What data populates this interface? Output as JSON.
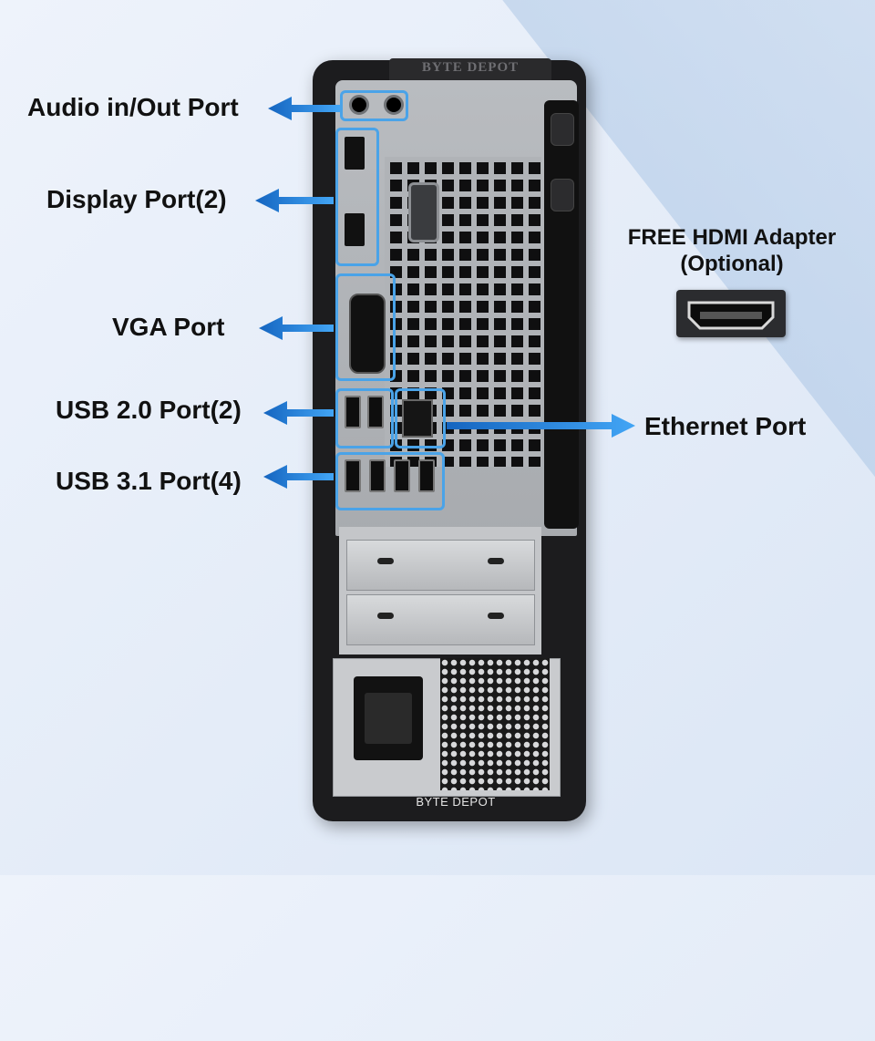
{
  "callouts": {
    "audio": "Audio in/Out Port",
    "display": "Display Port(2)",
    "vga": "VGA Port",
    "usb2": "USB 2.0 Port(2)",
    "usb31": "USB 3.1 Port(4)",
    "ethernet": "Ethernet Port"
  },
  "hdmi_note": {
    "line1": "FREE HDMI Adapter",
    "line2": "(Optional)"
  },
  "branding": {
    "top": "BYTE DEPOT",
    "bottom": "BYTE DEPOT"
  },
  "colors": {
    "accent": "#1e88e5",
    "highlight": "#4aa3e8"
  }
}
